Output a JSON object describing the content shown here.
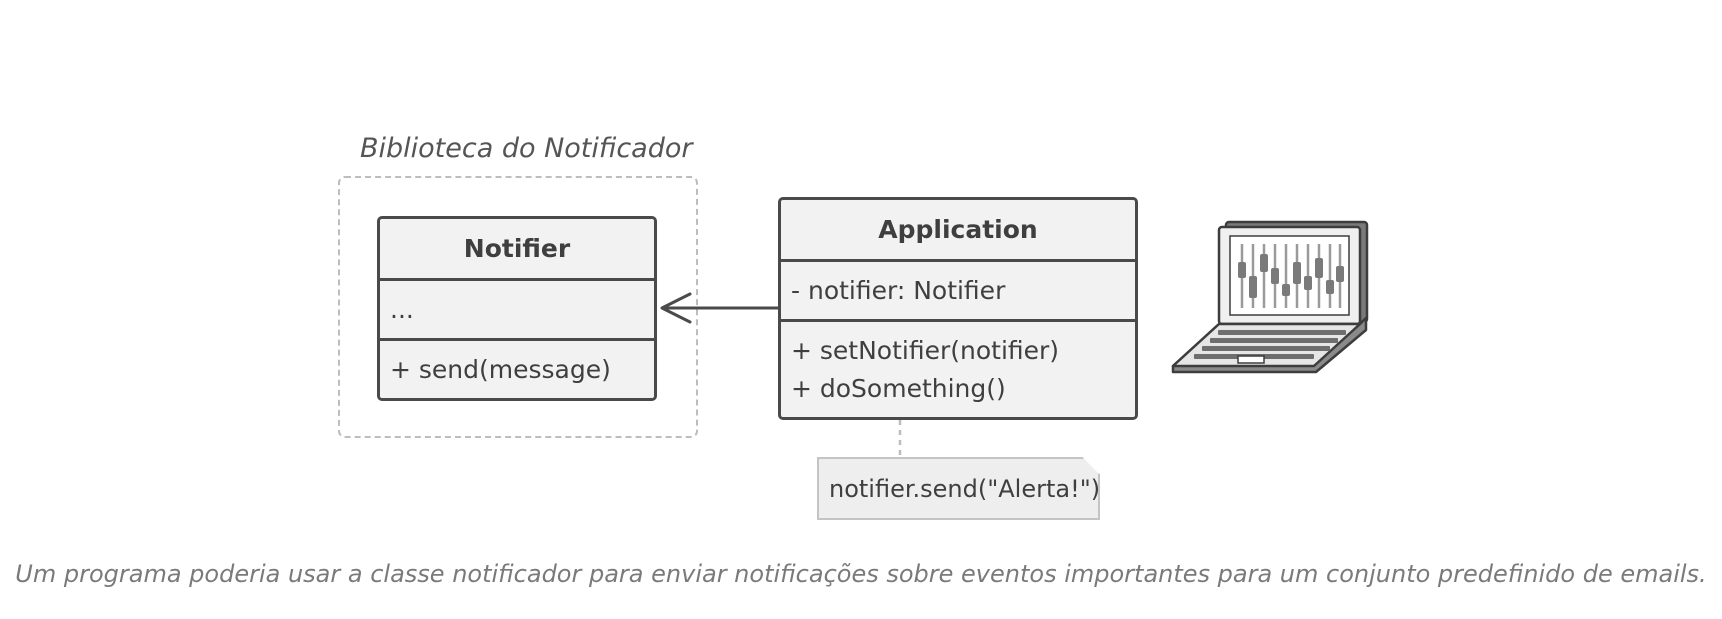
{
  "package": {
    "title": "Biblioteca do Notificador"
  },
  "notifier_class": {
    "name": "Notifier",
    "fields": [
      "..."
    ],
    "methods": [
      "+ send(message)"
    ]
  },
  "application_class": {
    "name": "Application",
    "fields": [
      "- notifier: Notifier"
    ],
    "methods": [
      "+ setNotifier(notifier)",
      "+ doSomething()"
    ]
  },
  "note": {
    "text": "notifier.send(\"Alerta!\")"
  },
  "laptop": {
    "icon": "laptop-icon"
  },
  "caption": "Um programa poderia usar a classe notificador para enviar notificações sobre eventos importantes para um conjunto predefinido de emails."
}
